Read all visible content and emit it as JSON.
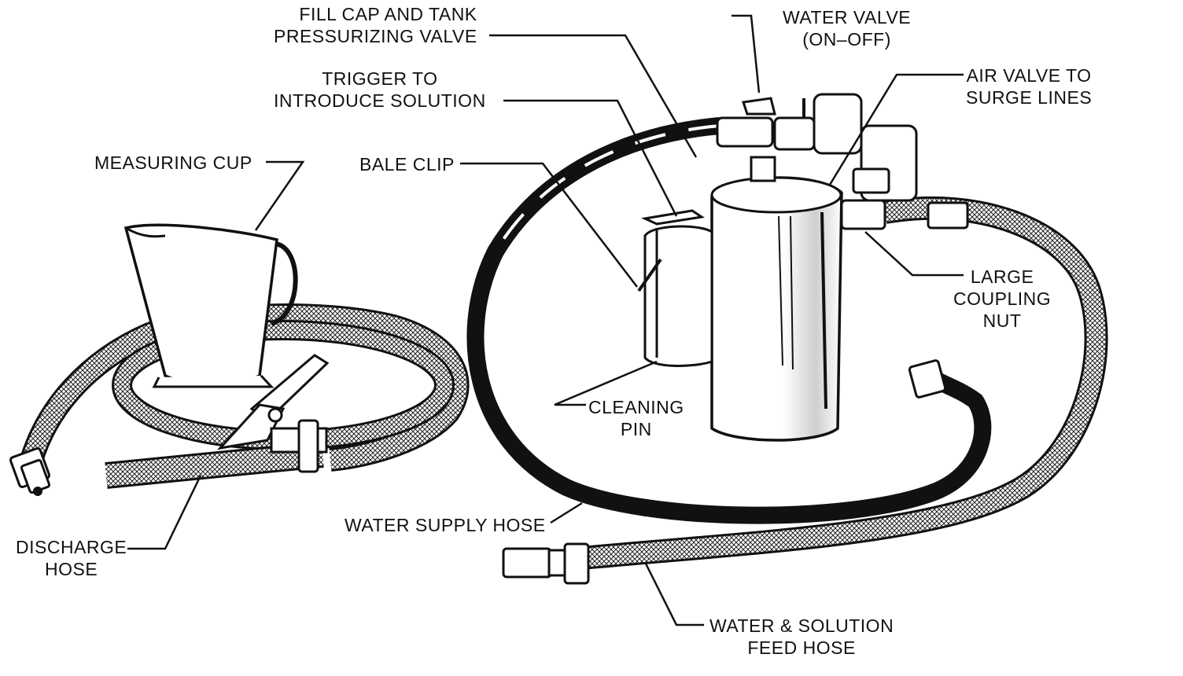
{
  "labels": {
    "fill_cap": [
      "FILL CAP AND TANK",
      "PRESSURIZING VALVE"
    ],
    "water_valve": [
      "WATER  VALVE",
      "(ON–OFF)"
    ],
    "trigger": [
      "TRIGGER TO",
      "INTRODUCE SOLUTION"
    ],
    "air_valve": [
      "AIR VALVE TO",
      "SURGE LINES"
    ],
    "measuring_cup": "MEASURING CUP",
    "bale_clip": "BALE CLIP",
    "large_coupling_nut": [
      "LARGE",
      "COUPLING",
      "NUT"
    ],
    "cleaning_pin": [
      "CLEANING",
      "PIN"
    ],
    "discharge_hose": [
      "DISCHARGE",
      "HOSE"
    ],
    "water_supply_hose": "WATER SUPPLY HOSE",
    "feed_hose": [
      "WATER & SOLUTION",
      "FEED HOSE"
    ]
  },
  "colors": {
    "ink": "#111111",
    "paper": "#ffffff"
  }
}
